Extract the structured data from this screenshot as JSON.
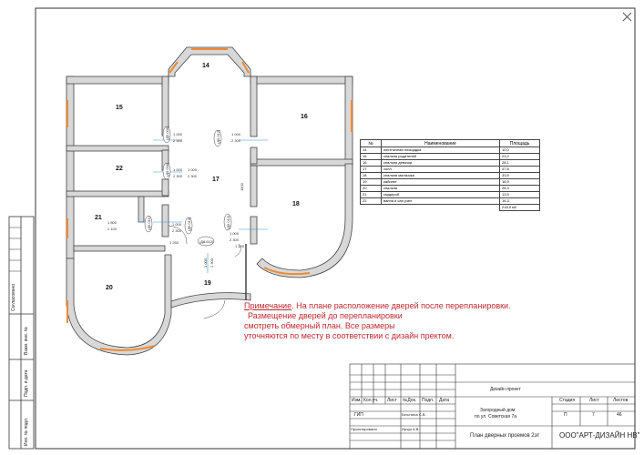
{
  "rooms": {
    "r14": "14",
    "r15": "15",
    "r16": "16",
    "r22": "22",
    "r17": "17",
    "r18": "18",
    "r21": "21",
    "r20": "20",
    "r19": "19"
  },
  "doors": {
    "d15_w": "1 000",
    "d15_h": "2 300",
    "d15_code": "(Д5.006)",
    "d16_w": "1 000",
    "d16_h": "2 300",
    "d16_code": "(Д5.012)",
    "d22_w": "1 000",
    "d22_h": "2 300",
    "d22_code": "(Д5.006)",
    "d17_w": "1 000",
    "d17_h": "2 300",
    "d17_code": "(Д5.012)",
    "d21_w": "1 800",
    "d21_h": "2 100",
    "d21_code": "(Д5.011)",
    "d21b_w": "1 000",
    "d21b_h": "2 300",
    "d21b_code": "(Д5.010)",
    "d19_code": "(Д8.612)",
    "d19_w": "1 250",
    "d18_w": "1 000",
    "d18_h": "2 300",
    "d18_code": "(Д5.012)",
    "d18b_w": "1 250",
    "d19_vw": "1 000",
    "d19_vh": "2 300",
    "corr": "1800"
  },
  "note": {
    "label": "Примечание",
    "line1": ". На плане расположение дверей после перепланировки.",
    "line2": "Размещение дверей  до перепланировки",
    "line3": "смотреть обмерный план. Все размеры",
    "line4": "уточняются по месту в соответствии с дизайн пректом."
  },
  "room_table": {
    "headers": [
      "№",
      "Наименование",
      "Площадь"
    ],
    "rows": [
      [
        "14",
        "лестничная площадка",
        "10,0"
      ],
      [
        "15",
        "спальня родителей",
        "23,2"
      ],
      [
        "16",
        "спальня девочки",
        "28,1"
      ],
      [
        "17",
        "холл",
        "47,8"
      ],
      [
        "18",
        "спальня мальчика",
        "33,9"
      ],
      [
        "19",
        "кабинет",
        "16,9"
      ],
      [
        "20",
        "спальня",
        "28,3"
      ],
      [
        "21",
        "гардероб",
        "13,5"
      ],
      [
        "22",
        "ванна и сан.узел",
        "16,3"
      ]
    ],
    "total": "218,9 м2"
  },
  "side_labels": {
    "agreed": "Согласовано",
    "inv_no": "Взам. инв. №",
    "sign_date": "Подп. и дата",
    "inv_orig": "Инв. № подл."
  },
  "title_block": {
    "project": "Дизайн проект",
    "object_line1": "Загородный дом",
    "object_line2": "по ул. Советская 7а",
    "sheet_title": "План дверных проемов 2эт",
    "company": "ООО\"АРТ-ДИЗАЙН НВ\"",
    "col_izm": "Изм.",
    "col_kol": "Кол.уч.",
    "col_list": "Лист",
    "col_doc": "№Док.",
    "col_sign": "Подп.",
    "col_date": "Дата",
    "role1": "ГИП",
    "person1": "Белотина С.В.",
    "role2": "Проектировали",
    "person2": "Ирчук А.В.",
    "h_stage": "Стадия",
    "h_sheet": "Лист",
    "h_sheets": "Листов",
    "stage": "П",
    "sheet": "7",
    "sheets": "46"
  }
}
